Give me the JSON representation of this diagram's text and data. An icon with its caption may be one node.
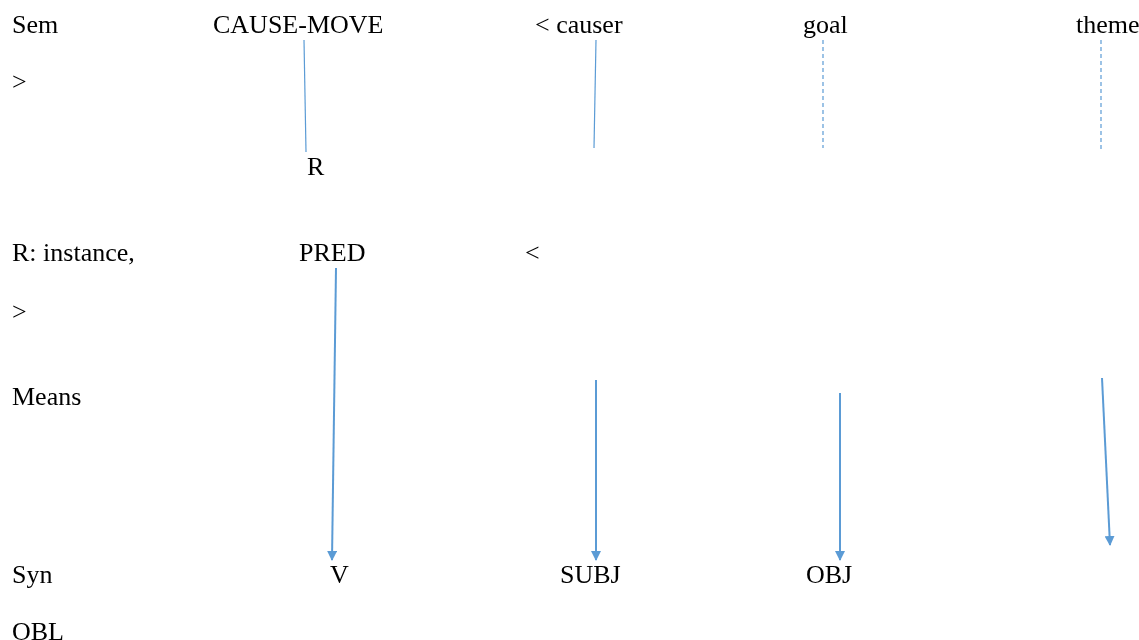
{
  "diagram": {
    "nodes": [
      {
        "text": [
          "CAUSE-MOVE"
        ]
      },
      {
        "text": [
          "R"
        ]
      },
      {
        "text": [
          "< causer"
        ]
      },
      {
        "text": [
          "goal"
        ]
      },
      {
        "text": [
          "theme"
        ]
      },
      {
        "text": [
          "PRED"
        ]
      },
      {
        "text": [
          "V"
        ]
      },
      {
        "text": [
          "SUBJ"
        ]
      },
      {
        "text": [
          "OBJ"
        ]
      }
    ],
    "edges": [
      {
        "from": 0,
        "to": 1,
        "arrow": "none"
      },
      {
        "from": 2,
        "to": null,
        "arrow": "none"
      },
      {
        "from": 3,
        "to": null,
        "arrow": "none",
        "style": "dashed"
      },
      {
        "from": 4,
        "to": null,
        "arrow": "none",
        "style": "dashed"
      },
      {
        "from": 5,
        "to": 6,
        "arrow": "to"
      },
      {
        "from": null,
        "to": 7,
        "arrow": "to"
      },
      {
        "from": null,
        "to": 8,
        "arrow": "to"
      }
    ],
    "labels": [
      "Sem",
      ">",
      "R: instance,",
      "<",
      ">",
      "Means",
      "Syn",
      "OBL"
    ]
  }
}
